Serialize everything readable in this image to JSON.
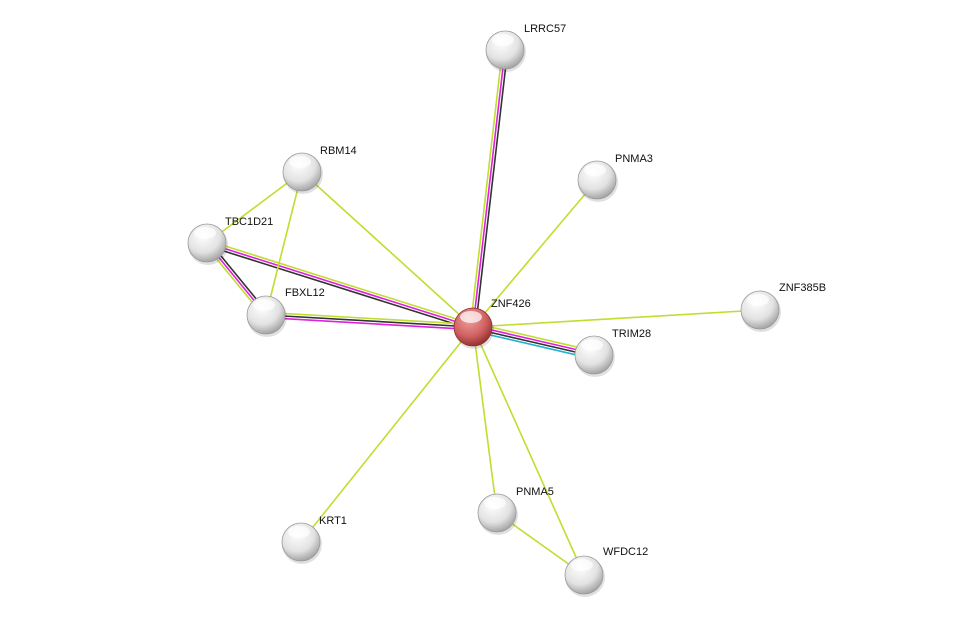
{
  "network": {
    "colors": {
      "textmining": "#c0dd30",
      "coexpression": "#333333",
      "experiments": "#e020e0",
      "database": "#20b0d0",
      "query_node": "#d04040",
      "node": "#e8e8e8"
    },
    "nodes": [
      {
        "id": "ZNF426",
        "label": "ZNF426",
        "query": true
      },
      {
        "id": "LRRC57",
        "label": "LRRC57"
      },
      {
        "id": "RBM14",
        "label": "RBM14"
      },
      {
        "id": "PNMA3",
        "label": "PNMA3"
      },
      {
        "id": "TBC1D21",
        "label": "TBC1D21"
      },
      {
        "id": "FBXL12",
        "label": "FBXL12"
      },
      {
        "id": "ZNF385B",
        "label": "ZNF385B"
      },
      {
        "id": "TRIM28",
        "label": "TRIM28"
      },
      {
        "id": "KRT1",
        "label": "KRT1"
      },
      {
        "id": "PNMA5",
        "label": "PNMA5"
      },
      {
        "id": "WFDC12",
        "label": "WFDC12"
      }
    ],
    "edges": [
      {
        "a": "ZNF426",
        "b": "LRRC57",
        "types": [
          "textmining",
          "experiments",
          "coexpression"
        ]
      },
      {
        "a": "ZNF426",
        "b": "RBM14",
        "types": [
          "textmining"
        ]
      },
      {
        "a": "ZNF426",
        "b": "PNMA3",
        "types": [
          "textmining"
        ]
      },
      {
        "a": "ZNF426",
        "b": "TBC1D21",
        "types": [
          "coexpression",
          "experiments",
          "textmining"
        ]
      },
      {
        "a": "ZNF426",
        "b": "FBXL12",
        "types": [
          "experiments",
          "coexpression",
          "textmining"
        ]
      },
      {
        "a": "ZNF426",
        "b": "ZNF385B",
        "types": [
          "textmining"
        ]
      },
      {
        "a": "ZNF426",
        "b": "TRIM28",
        "types": [
          "textmining",
          "experiments",
          "coexpression",
          "database"
        ]
      },
      {
        "a": "ZNF426",
        "b": "KRT1",
        "types": [
          "textmining"
        ]
      },
      {
        "a": "ZNF426",
        "b": "PNMA5",
        "types": [
          "textmining"
        ]
      },
      {
        "a": "ZNF426",
        "b": "WFDC12",
        "types": [
          "textmining"
        ]
      },
      {
        "a": "RBM14",
        "b": "TBC1D21",
        "types": [
          "textmining"
        ]
      },
      {
        "a": "RBM14",
        "b": "FBXL12",
        "types": [
          "textmining"
        ]
      },
      {
        "a": "TBC1D21",
        "b": "FBXL12",
        "types": [
          "coexpression",
          "experiments",
          "textmining"
        ]
      },
      {
        "a": "PNMA5",
        "b": "WFDC12",
        "types": [
          "textmining"
        ]
      }
    ]
  }
}
